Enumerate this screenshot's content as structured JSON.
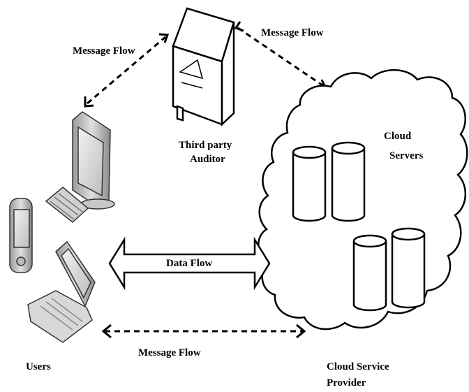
{
  "labels": {
    "message_flow_top_left": "Message Flow",
    "message_flow_top_right": "Message Flow",
    "auditor_line1": "Third party",
    "auditor_line2": "Auditor",
    "cloud_servers_line1": "Cloud",
    "cloud_servers_line2": "Servers",
    "data_flow": "Data Flow",
    "message_flow_bottom": "Message Flow",
    "users": "Users",
    "csp_line1": "Cloud Service",
    "csp_line2": "Provider"
  },
  "icons": [
    "auditor-server-icon",
    "desktop-computer-icon",
    "pda-icon",
    "laptop-icon",
    "cloud-icon",
    "database-cylinder-icon"
  ],
  "colors": {
    "stroke": "#000000",
    "fill": "#ffffff",
    "device_gray": "#c8c8c8",
    "screen": "#dcdcdc"
  }
}
